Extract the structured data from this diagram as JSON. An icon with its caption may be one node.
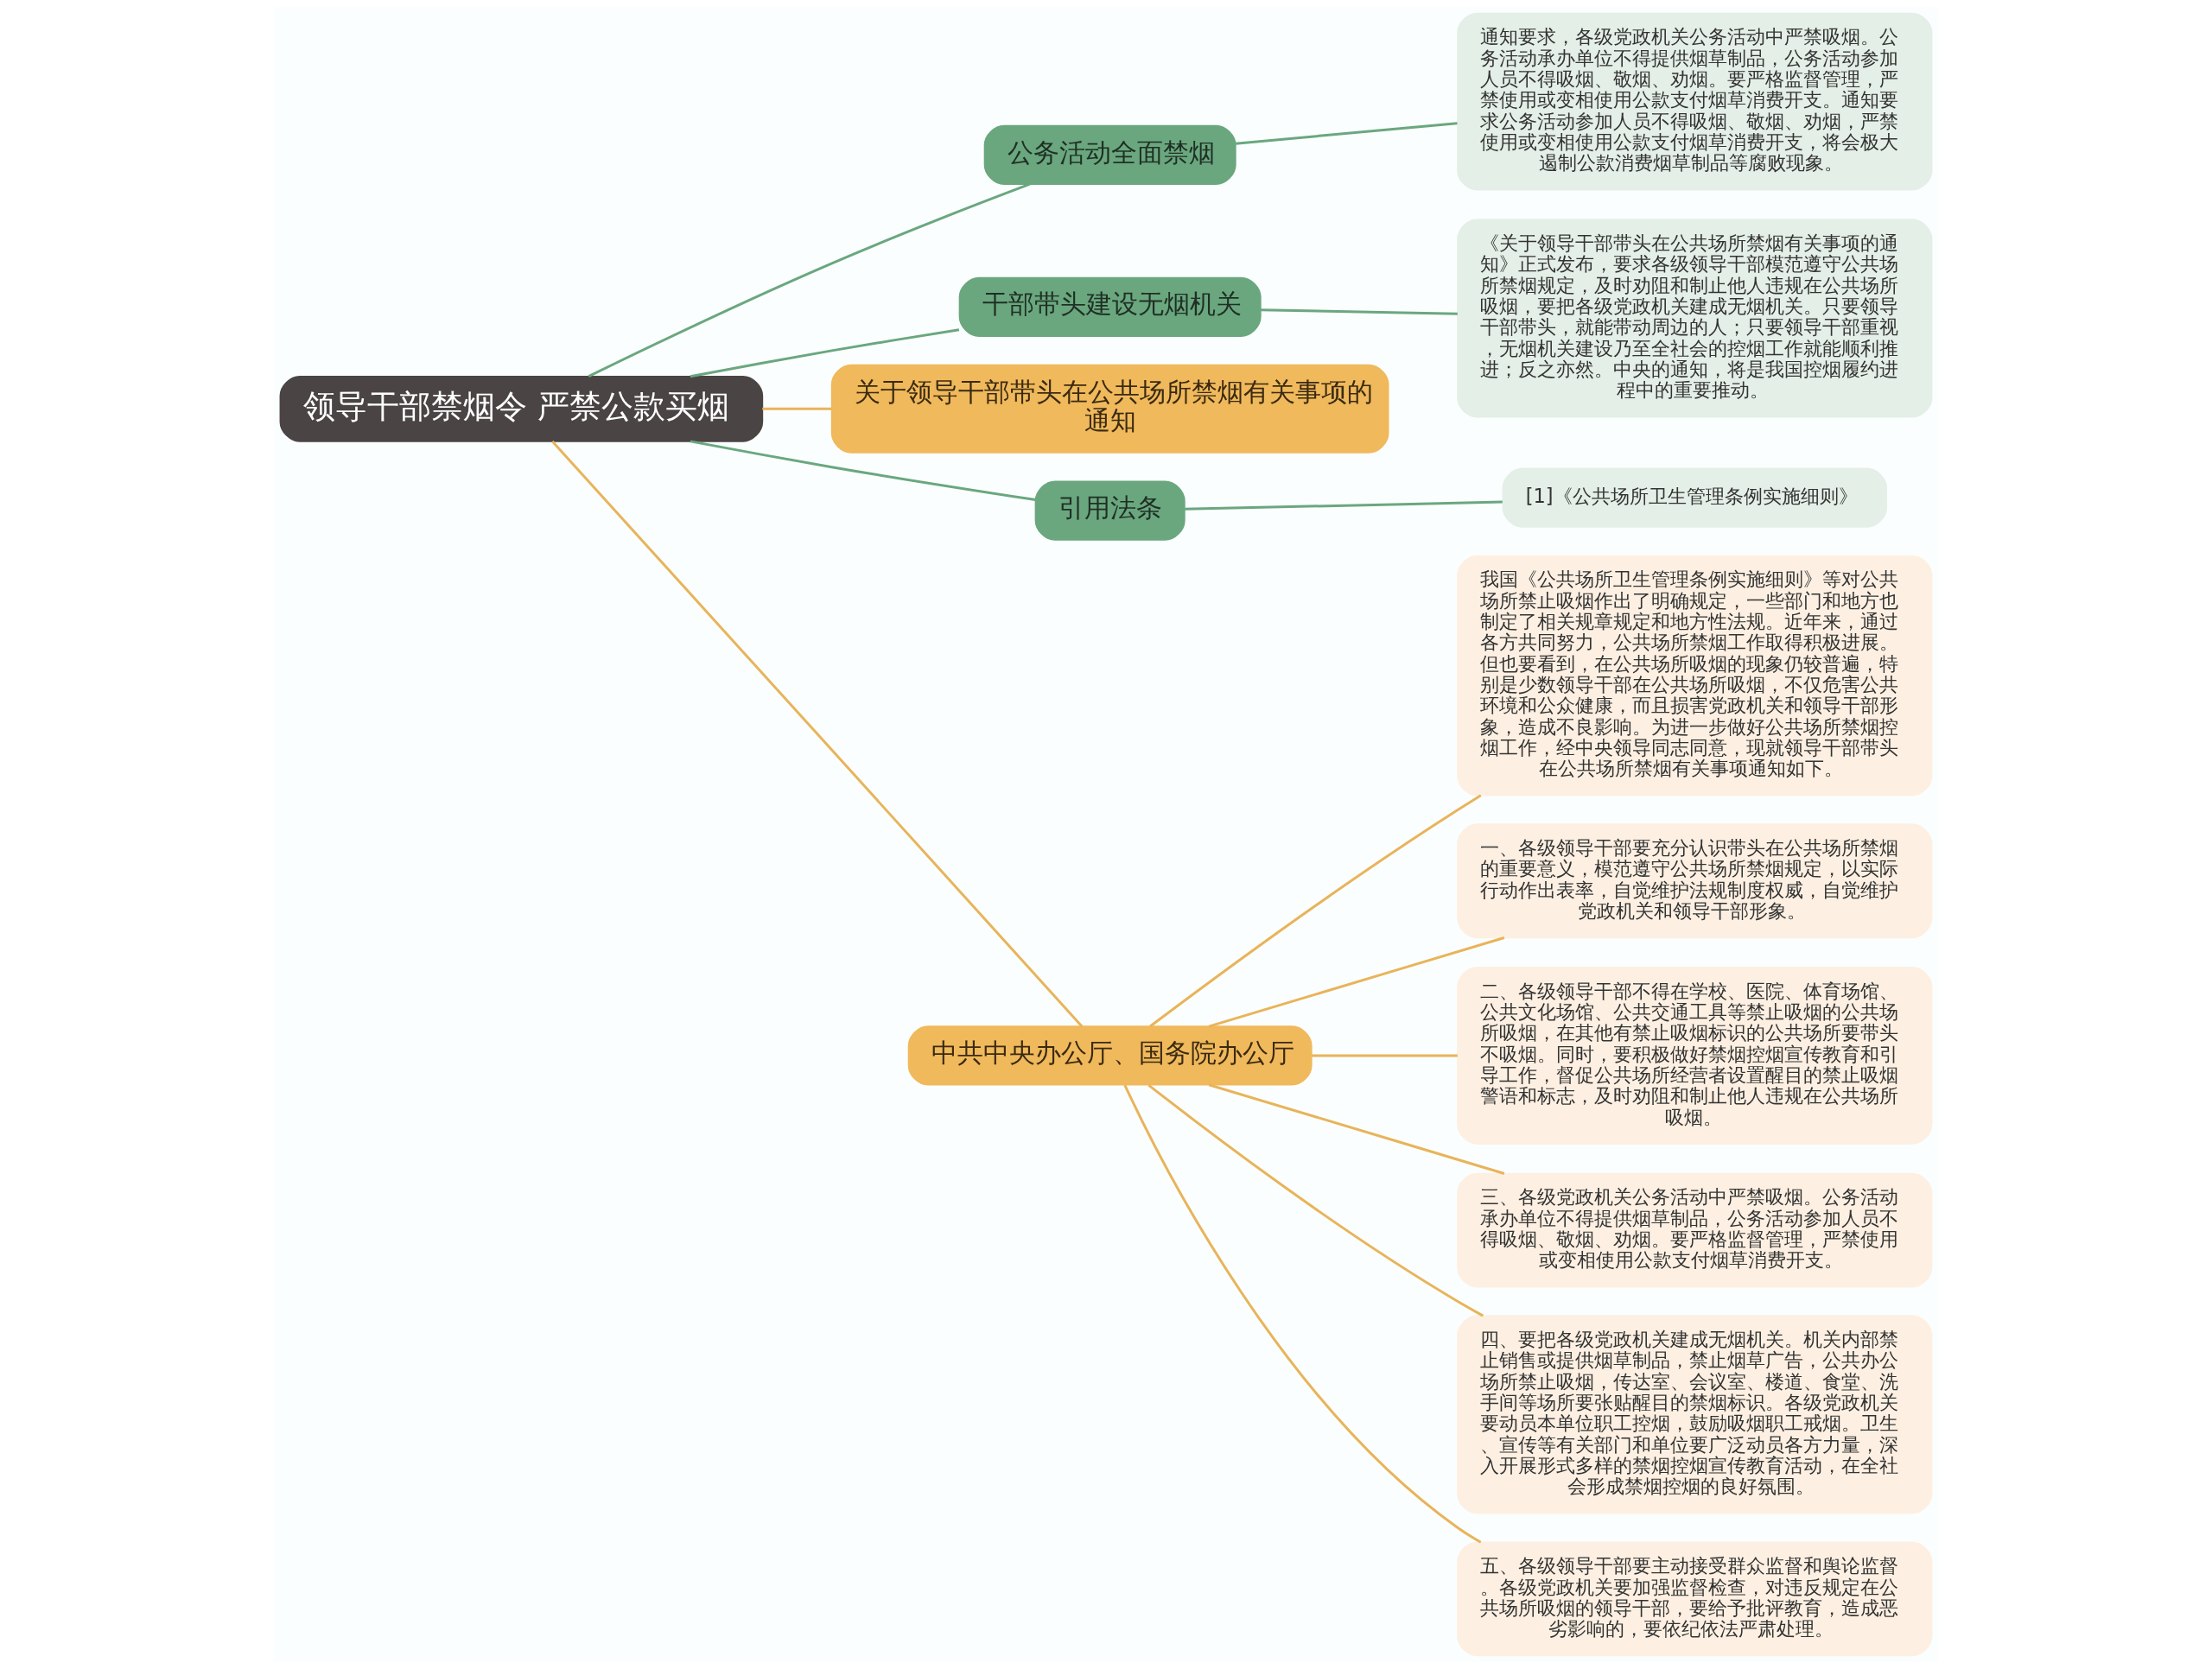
{
  "diagram": {
    "nodes": [
      {
        "text": [
          "领导干部禁烟令 严禁公款买烟"
        ]
      },
      {
        "text": [
          "公务活动全面禁烟"
        ]
      },
      {
        "text": [
          "通知要求，各级党政机关公务活动中严禁吸烟。公务活动承办单位不得提供烟草制品，公务活动参加人员不得吸烟、敬烟、劝烟。要严格监督管理，严禁使用或变相使用公款支付烟草消费开支。通知要求公务活动参加人员不得吸烟、敬烟、劝烟，严禁使用或变相使用公款支付烟草消费开支，将会极大遏制公款消费烟草制品等腐败现象。"
        ]
      },
      {
        "text": [
          "干部带头建设无烟机关"
        ]
      },
      {
        "text": [
          "《关于领导干部带头在公共场所禁烟有关事项的通知》正式发布，要求各级领导干部模范遵守公共场所禁烟规定，及时劝阻和制止他人违规在公共场所吸烟，要把各级党政机关建成无烟机关。只要领导干部带头，就能带动周边的人；只要领导干部重视，无烟机关建设乃至全社会的控烟工作就能顺利推进；反之亦然。中央的通知，将是我国控烟履约进程中的重要推动。"
        ]
      },
      {
        "text": [
          "关于领导干部带头在公共场所禁烟有关事项的通知"
        ]
      },
      {
        "text": [
          "引用法条"
        ]
      },
      {
        "text": [
          "[1]《公共场所卫生管理条例实施细则》"
        ]
      },
      {
        "text": [
          "中共中央办公厅、国务院办公厅"
        ]
      },
      {
        "text": [
          "我国《公共场所卫生管理条例实施细则》等对公共场所禁止吸烟作出了明确规定，一些部门和地方也制定了相关规章规定和地方性法规。近年来，通过各方共同努力，公共场所禁烟工作取得积极进展。但也要看到，在公共场所吸烟的现象仍较普遍，特别是少数领导干部在公共场所吸烟，不仅危害公共环境和公众健康，而且损害党政机关和领导干部形象，造成不良影响。为进一步做好公共场所禁烟控烟工作，经中央领导同志同意，现就领导干部带头在公共场所禁烟有关事项通知如下。"
        ]
      },
      {
        "text": [
          "一、各级领导干部要充分认识带头在公共场所禁烟的重要意义，模范遵守公共场所禁烟规定，以实际行动作出表率，自觉维护法规制度权威，自觉维护党政机关和领导干部形象。"
        ]
      },
      {
        "text": [
          "二、各级领导干部不得在学校、医院、体育场馆、公共文化场馆、公共交通工具等禁止吸烟的公共场所吸烟，在其他有禁止吸烟标识的公共场所要带头不吸烟。同时，要积极做好禁烟控烟宣传教育和引导工作，督促公共场所经营者设置醒目的禁止吸烟警语和标志，及时劝阻和制止他人违规在公共场所吸烟。"
        ]
      },
      {
        "text": [
          "三、各级党政机关公务活动中严禁吸烟。公务活动承办单位不得提供烟草制品，公务活动参加人员不得吸烟、敬烟、劝烟。要严格监督管理，严禁使用或变相使用公款支付烟草消费开支。"
        ]
      },
      {
        "text": [
          "四、要把各级党政机关建成无烟机关。机关内部禁止销售或提供烟草制品，禁止烟草广告，公共办公场所禁止吸烟，传达室、会议室、楼道、食堂、洗手间等场所要张贴醒目的禁烟标识。各级党政机关要动员本单位职工控烟，鼓励吸烟职工戒烟。卫生、宣传等有关部门和单位要广泛动员各方力量，深入开展形式多样的禁烟控烟宣传教育活动，在全社会形成禁烟控烟的良好氛围。"
        ]
      },
      {
        "text": [
          "五、各级领导干部要主动接受群众监督和舆论监督。各级党政机关要加强监督检查，对违反规定在公共场所吸烟的领导干部，要给予批评教育，造成恶劣影响的，要依纪依法严肃处理。"
        ]
      }
    ],
    "edges": [
      {
        "from": 0,
        "to": 1,
        "arrow": "none",
        "color": "#6aa77f"
      },
      {
        "from": 1,
        "to": 2,
        "arrow": "none",
        "color": "#6aa77f"
      },
      {
        "from": 0,
        "to": 3,
        "arrow": "none",
        "color": "#6aa77f"
      },
      {
        "from": 3,
        "to": 4,
        "arrow": "none",
        "color": "#6aa77f"
      },
      {
        "from": 0,
        "to": 5,
        "arrow": "none"
      },
      {
        "from": 0,
        "to": 6,
        "arrow": "none",
        "color": "#6aa77f"
      },
      {
        "from": 6,
        "to": 7,
        "arrow": "none",
        "color": "#6aa77f"
      },
      {
        "from": 0,
        "to": 8,
        "arrow": "none"
      },
      {
        "from": 8,
        "to": 9,
        "arrow": "none"
      },
      {
        "from": 8,
        "to": 10,
        "arrow": "none"
      },
      {
        "from": 8,
        "to": 11,
        "arrow": "none"
      },
      {
        "from": 8,
        "to": 12,
        "arrow": "none"
      },
      {
        "from": 8,
        "to": 13,
        "arrow": "none"
      },
      {
        "from": 8,
        "to": 14,
        "arrow": "none"
      }
    ]
  }
}
